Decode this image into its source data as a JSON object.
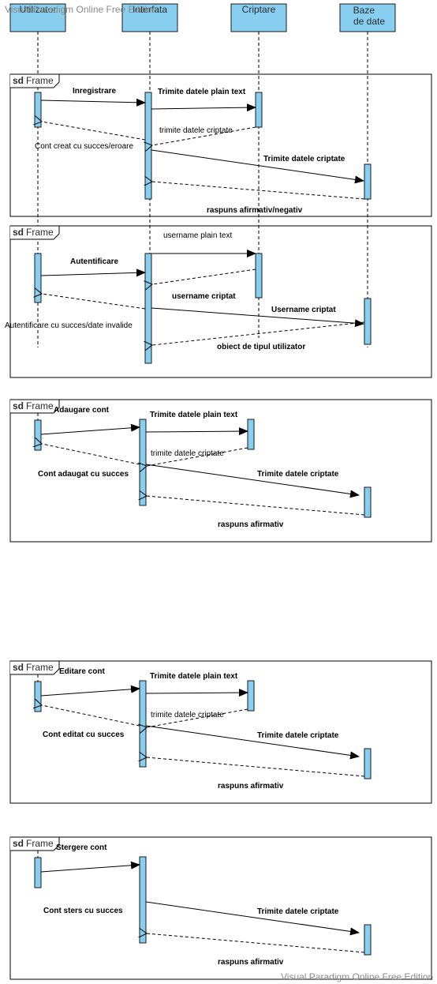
{
  "watermark": {
    "top": "Visual Paradigm Online Free Edition",
    "bottom": "Visual Paradigm Online Free Edition"
  },
  "lifelines": [
    "Utilizator",
    "Interfata",
    "Criptare",
    "Baze\nde date"
  ],
  "frame_tag": {
    "sd": "sd",
    "name": "Frame"
  },
  "frames": [
    {
      "title": "",
      "messages": [
        "Inregistrare",
        "Trimite datele plain text",
        "trimite datele criptate",
        "Cont creat cu succes/eroare",
        "Trimite datele criptate",
        "raspuns afirmativ/negativ"
      ]
    },
    {
      "title": "",
      "messages": [
        "username plain text",
        "Autentificare",
        "username criptat",
        "Username criptat",
        "Autentificare cu succes/date invalide",
        "obiect de tipul utilizator"
      ]
    },
    {
      "title": "Adaugare cont",
      "messages": [
        "Trimite datele plain text",
        "trimite datele criptate",
        "Cont adaugat cu succes",
        "Trimite datele criptate",
        "raspuns afirmativ"
      ]
    },
    {
      "title": "Editare cont",
      "messages": [
        "Trimite datele plain text",
        "trimite datele criptate",
        "Cont editat cu succes",
        "Trimite datele criptate",
        "raspuns afirmativ"
      ]
    },
    {
      "title": "Stergere cont",
      "messages": [
        "Cont sters cu succes",
        "Trimite datele criptate",
        "raspuns afirmativ"
      ]
    }
  ],
  "colors": {
    "box_fill": "#87cef0",
    "box_stroke": "#1a1a1a",
    "line": "#000000"
  }
}
